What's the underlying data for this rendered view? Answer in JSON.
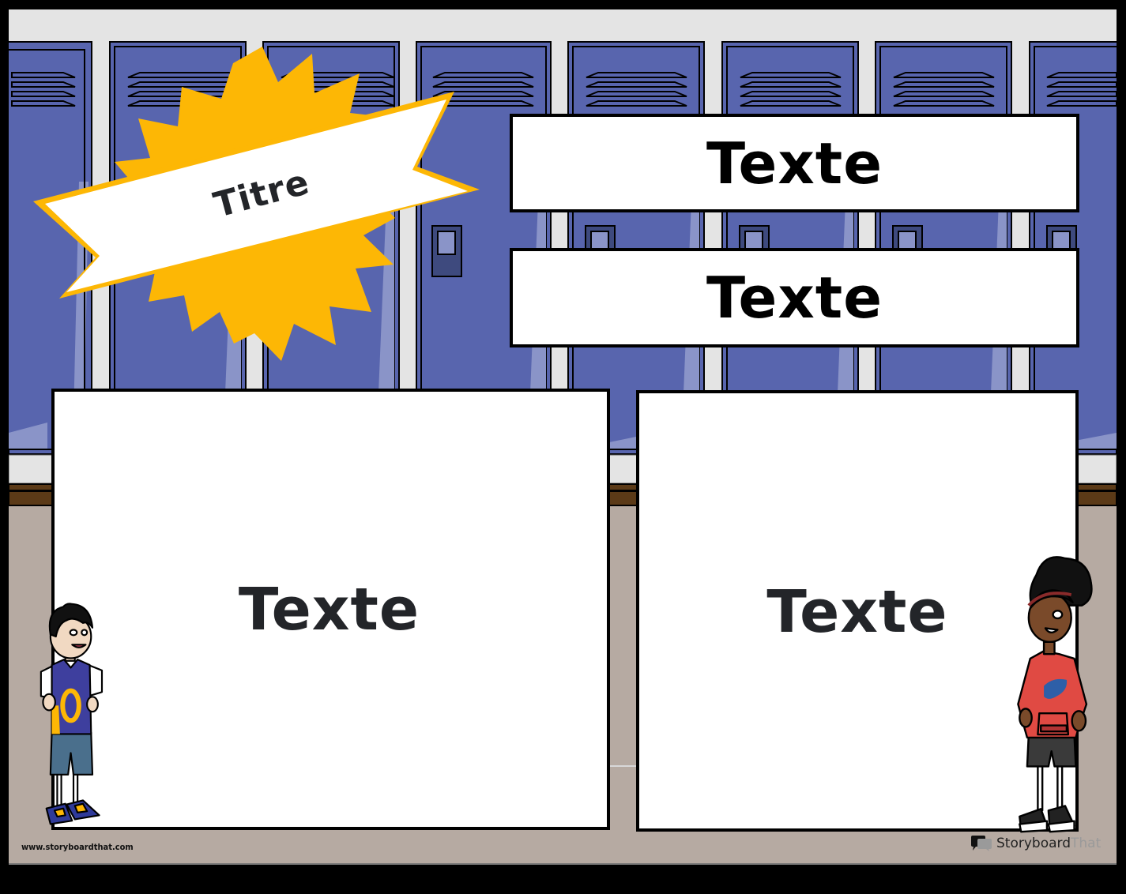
{
  "poster": {
    "title": "Titre",
    "top_boxes": [
      {
        "label": "Texte"
      },
      {
        "label": "Texte"
      }
    ],
    "big_boxes": [
      {
        "label": "Texte"
      },
      {
        "label": "Texte"
      }
    ],
    "background": "school-hallway-lockers",
    "characters": [
      {
        "name": "boy-basketball-jersey",
        "jersey_number": "0"
      },
      {
        "name": "girl-red-hoodie"
      }
    ]
  },
  "footer": {
    "url": "www.storyboardthat.com",
    "logo_part1": "Storyboard",
    "logo_part2": "That"
  },
  "colors": {
    "locker_blue": "#5865AE",
    "locker_highlight": "#8A94C8",
    "wall_gray": "#E4E4E4",
    "trim_brown": "#5B3A17",
    "floor": "#B6AAA2",
    "starburst": "#FDB705",
    "text_dark": "#232529"
  }
}
